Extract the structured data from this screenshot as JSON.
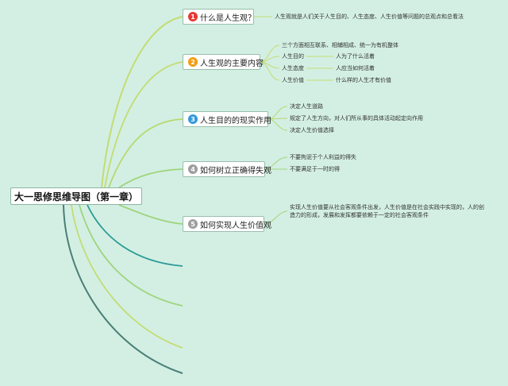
{
  "root": {
    "label": "大一思修思维导图（第一章）"
  },
  "colors": {
    "background": "#d3efe3",
    "badge_red": "#e53935",
    "badge_orange": "#f39c12",
    "badge_blue": "#3498db",
    "badge_gray": "#9e9e9e",
    "branch_yellow_green": "#c3dc73",
    "branch_green": "#9fd47c",
    "branch_teal": "#2c9a94",
    "branch_dark_teal": "#4a7f76"
  },
  "branches": [
    {
      "number": "1",
      "label": "什么是人生观？",
      "badge_color": "#e53935",
      "leaves": [
        {
          "text": "人生观就是人们关于人生目的、人生态度、人生价值等问题的总观点和总看法"
        }
      ]
    },
    {
      "number": "2",
      "label": "人生观的主要内容",
      "badge_color": "#f39c12",
      "leaves": [
        {
          "text": "三个方面相互联系、相辅相成、统一为有机整体"
        },
        {
          "text": "人生目的",
          "sub": "人为了什么活着"
        },
        {
          "text": "人生态度",
          "sub": "人应当如何活着"
        },
        {
          "text": "人生价值",
          "sub": "什么样的人生才有价值"
        }
      ]
    },
    {
      "number": "3",
      "label": "人生目的的现实作用",
      "badge_color": "#3498db",
      "leaves": [
        {
          "text": "决定人生道路"
        },
        {
          "text": "规定了人生方向，对人们所从事的具体活动起定向作用"
        },
        {
          "text": "决定人生价值选择"
        }
      ]
    },
    {
      "number": "4",
      "label": "如何树立正确得失观",
      "badge_color": "#9e9e9e",
      "leaves": [
        {
          "text": "不要拘泥于个人利益的得失"
        },
        {
          "text": "不要满足于一时的得"
        }
      ]
    },
    {
      "number": "5",
      "label": "如何实现人生价值观",
      "badge_color": "#9e9e9e",
      "leaves": [
        {
          "text": "实现人生价值要从社会客观条件出发，人生价值是在社会实践中实现的，人的创造力的形成，发展和发挥都要依赖于一定的社会客观条件"
        }
      ]
    }
  ]
}
